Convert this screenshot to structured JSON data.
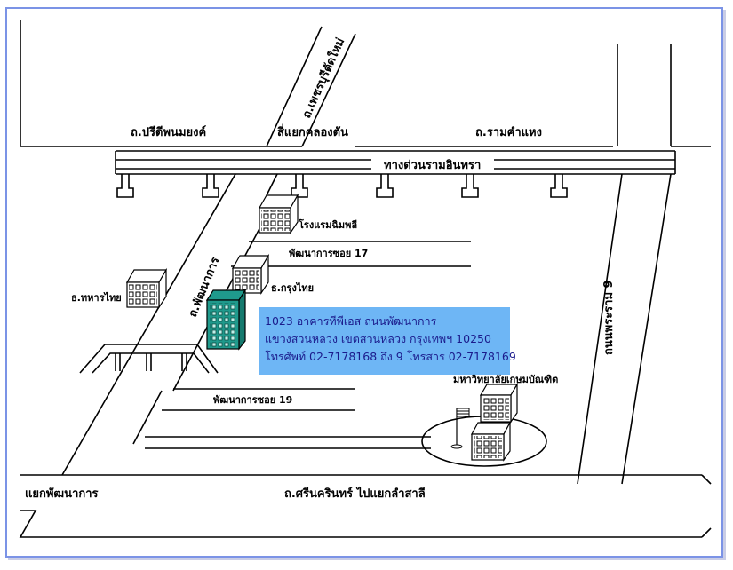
{
  "roads": {
    "phetchaburi_new": "ถ.เพชรบุรีตัดใหม่",
    "pridi": "ถ.ปรีดีพนมยงค์",
    "khlong_tan": "สี่แยกคลองตัน",
    "ramkhamhaeng": "ถ.รามคำแหง",
    "ram_inthra_expressway": "ทางด่วนรามอินทรา",
    "pattanakarn": "ถ.พัฒนาการ",
    "soi17": "พัฒนาการซอย 17",
    "soi19": "พัฒนาการซอย 19",
    "rama9": "ถนนพระราม 9",
    "pattanakarn_junction": "แยกพัฒนาการ",
    "srinakarin": "ถ.ศรีนครินทร์ ไปแยกลำสาลี"
  },
  "places": {
    "hotel": "โรงแรมฉิมพลี",
    "krungthai": "ธ.กรุงไทย",
    "military_bank": "ธ.ทหารไทย",
    "university": "มหาวิทยาลัยเกษมบัณฑิต"
  },
  "info_box": {
    "line1": "1023 อาคารทีพีเอส ถนนพัฒนาการ",
    "line2": "แขวงสวนหลวง เขตสวนหลวง กรุงเทพฯ 10250",
    "line3": "โทรศัพท์ 02-7178168 ถึง 9 โทรสาร 02-7178169"
  },
  "colors": {
    "frame": "#7b93e6",
    "info_box": "#6eb6f5",
    "target_building": "#1f9a8c",
    "info_text": "#1b1b8c"
  },
  "icons": [
    "building-icon",
    "target-building-icon",
    "flag-icon"
  ]
}
